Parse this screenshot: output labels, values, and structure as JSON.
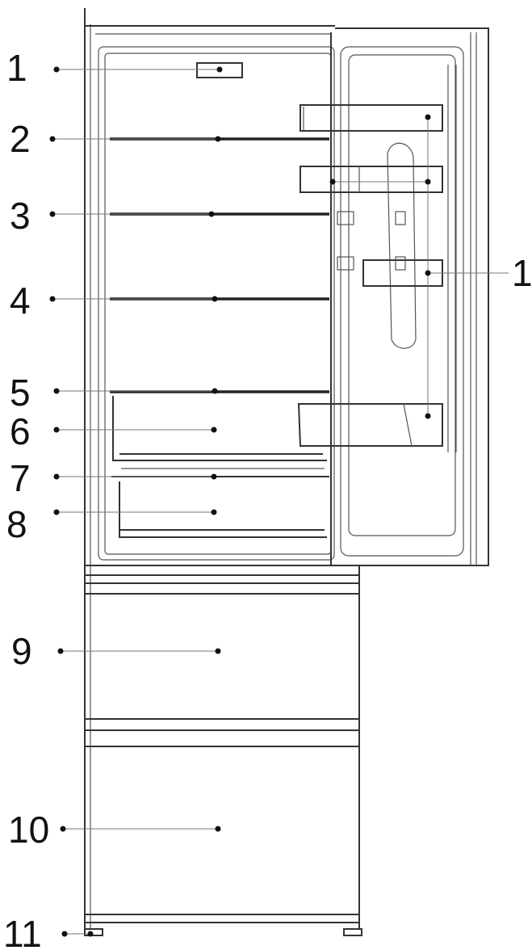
{
  "callouts": {
    "c1_left": "1",
    "c2": "2",
    "c3": "3",
    "c4": "4",
    "c5": "5",
    "c6": "6",
    "c7": "7",
    "c8": "8",
    "c9": "9",
    "c10": "10",
    "c11": "11",
    "c1_right": "1"
  }
}
